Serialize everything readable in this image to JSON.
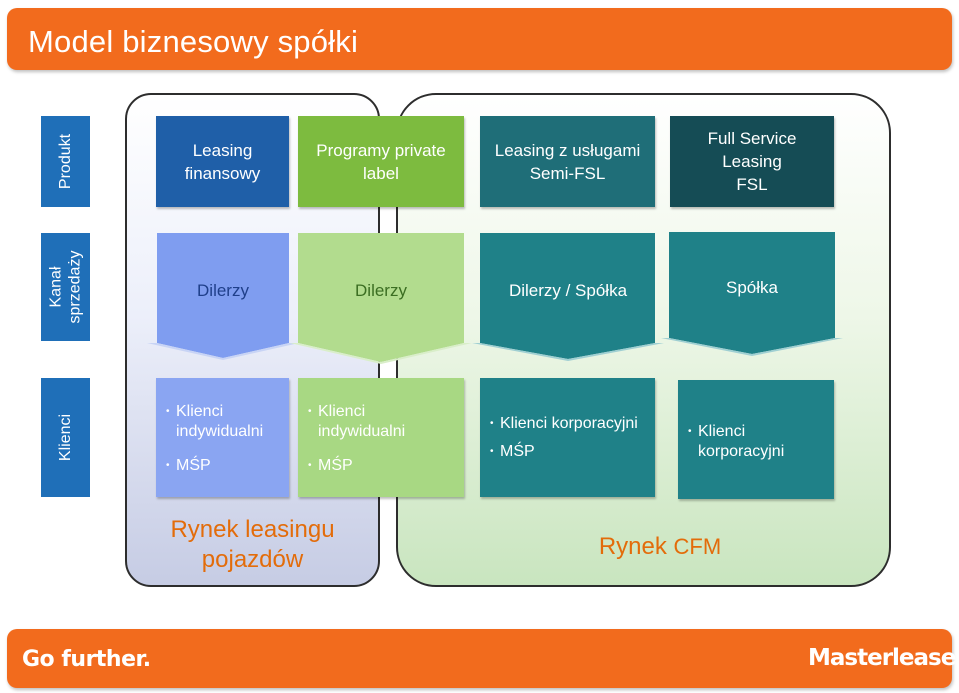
{
  "title": "Model biznesowy spółki",
  "row_labels": {
    "product": "Produkt",
    "channel_line1": "Kanał",
    "channel_line2": "sprzedaży",
    "clients": "Klienci"
  },
  "products": [
    {
      "line1": "Leasing",
      "line2": "finansowy",
      "line3": "",
      "color": "#1f5fa8"
    },
    {
      "line1": "Programy private",
      "line2": "label",
      "line3": "",
      "color": "#7dbb3f"
    },
    {
      "line1": "Leasing z usługami",
      "line2": "Semi-FSL",
      "line3": "",
      "color": "#1f6e78"
    },
    {
      "line1": "Full Service",
      "line2": "Leasing",
      "line3": "FSL",
      "color": "#154c55"
    }
  ],
  "channels": [
    {
      "label": "Dilerzy",
      "color": "#7f9df0",
      "text_color": "#1f3f8a"
    },
    {
      "label": "Dilerzy",
      "color": "#b2dc8e",
      "text_color": "#3b6e22"
    },
    {
      "label": "Dilerzy / Spółka",
      "color": "#1f8188",
      "text_color": "#ffffff"
    },
    {
      "label": "Spółka",
      "color": "#1f8188",
      "text_color": "#ffffff"
    }
  ],
  "clients": [
    {
      "items": [
        "Klienci indywidualni",
        "MŚP"
      ],
      "color": "#8aa5f2"
    },
    {
      "items": [
        "Klienci indywidualni",
        "MŚP"
      ],
      "color": "#a8d883"
    },
    {
      "items": [
        "Klienci korporacyjni",
        "MŚP"
      ],
      "color": "#1f8188"
    },
    {
      "items": [
        "Klienci korporacyjni"
      ],
      "color": "#1f8188"
    }
  ],
  "markets": {
    "vehicle_line1": "Rynek leasingu",
    "vehicle_line2": "pojazdów",
    "cfm_word": "Rynek",
    "cfm_abbr": "CFM"
  },
  "footer": {
    "slogan": "Go further.",
    "logo": "Masterlease"
  },
  "colors": {
    "orange": "#f26b1d",
    "row_label_blue": "#1f6fb8",
    "market_text": "#e36c0a"
  }
}
